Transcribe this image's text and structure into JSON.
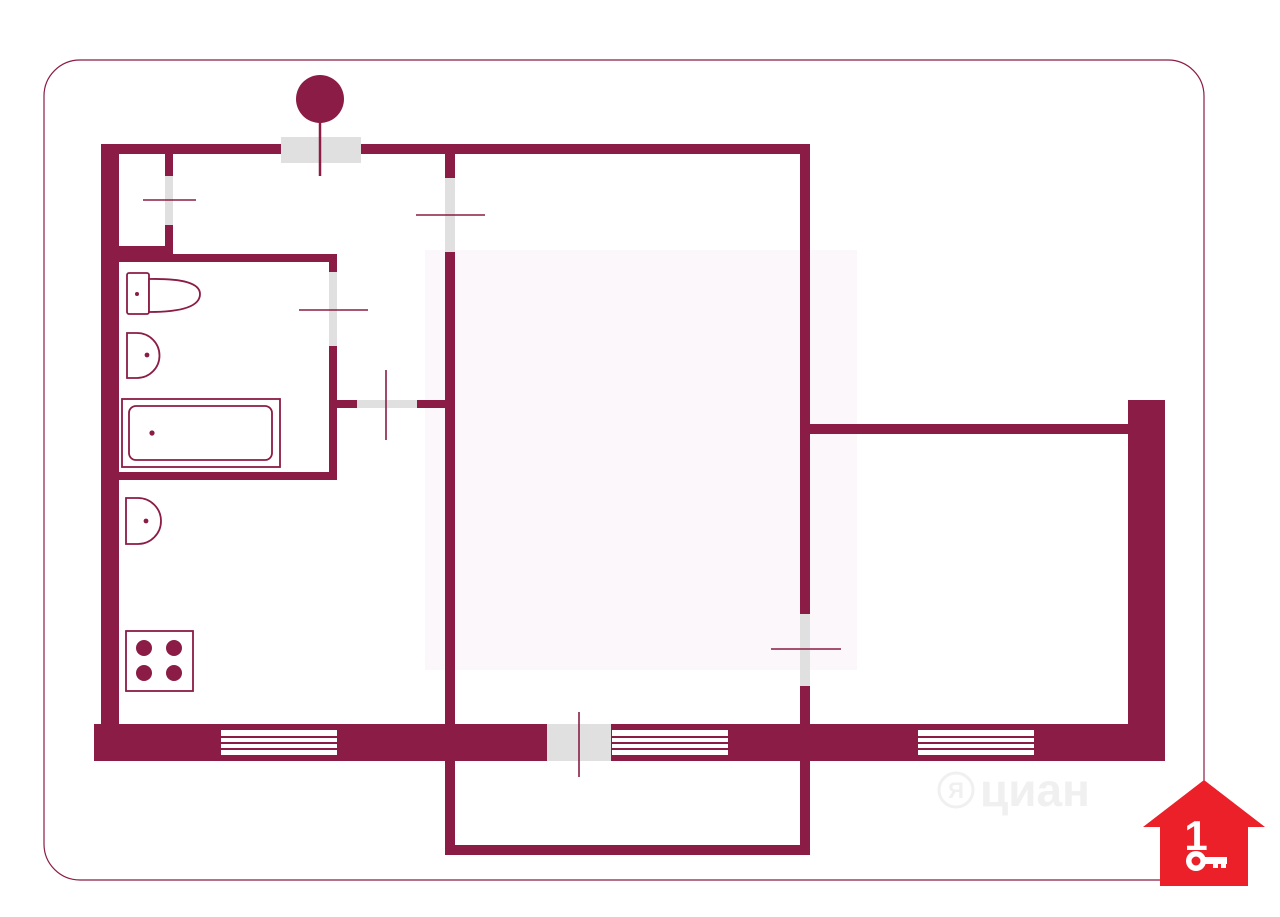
{
  "colors": {
    "wall": "#8b1c45",
    "frame": "#8b1c45",
    "opening": "#e0e0e0",
    "window_white": "#ffffff",
    "watermark_fill": "#fbf7fa",
    "logo_red": "#ec2029",
    "logo_white": "#ffffff",
    "watermark_text": "#f0f0f0"
  },
  "icons": {
    "riser": "riser-pin-icon",
    "toilet": "toilet-icon",
    "bath_sink": "sink-icon",
    "bathtub": "bathtub-icon",
    "kitchen_sink": "kitchen-sink-icon",
    "stove": "stove-icon",
    "brand_logo": "house-key-logo-icon"
  },
  "watermark": {
    "text": "циан",
    "logo_glyph": "Я"
  },
  "brand_logo": {
    "number": "1"
  }
}
